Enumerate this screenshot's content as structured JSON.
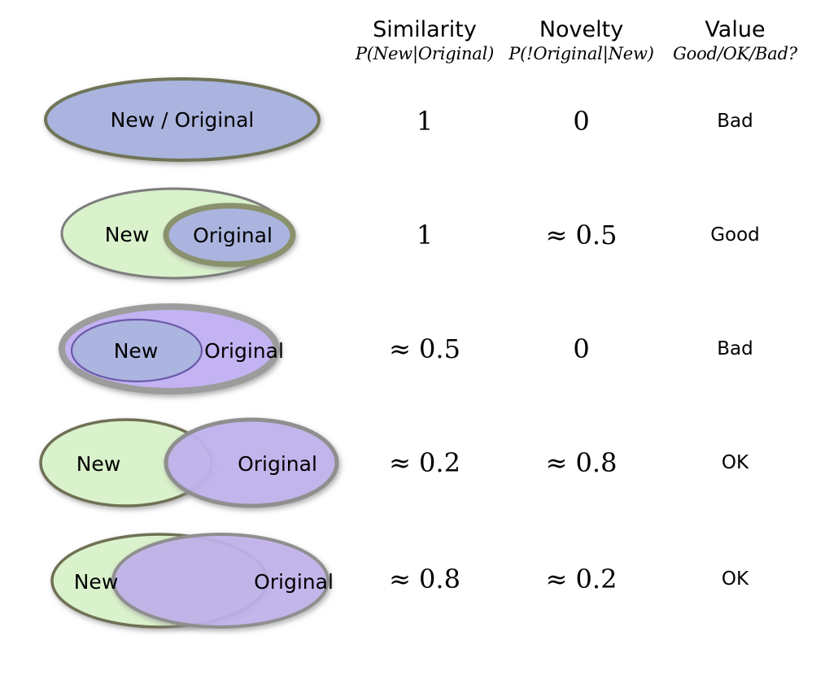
{
  "table": {
    "headers": [
      {
        "title": "",
        "subtitle": "",
        "name": "diagram"
      },
      {
        "title": "Similarity",
        "subtitle": "P(New|Original)",
        "name": "similarity"
      },
      {
        "title": "Novelty",
        "subtitle": "P(!Original|New)",
        "name": "novelty"
      },
      {
        "title": "Value",
        "subtitle": "Good/OK/Bad?",
        "name": "value"
      }
    ],
    "rows": [
      {
        "diagram_description": "single ellipse containing both New and Original",
        "labels": {
          "combined": "New / Original"
        },
        "similarity": "1",
        "novelty": "0",
        "value": "Bad"
      },
      {
        "diagram_description": "large New ellipse fully containing smaller Original ellipse",
        "labels": {
          "new": "New",
          "original": "Original"
        },
        "similarity": "1",
        "novelty": "≈ 0.5",
        "value": "Good"
      },
      {
        "diagram_description": "large Original ellipse fully containing smaller New ellipse",
        "labels": {
          "new": "New",
          "original": "Original"
        },
        "similarity": "≈ 0.5",
        "novelty": "0",
        "value": "Bad"
      },
      {
        "diagram_description": "New and Original ellipses with small overlap",
        "labels": {
          "new": "New",
          "original": "Original"
        },
        "similarity": "≈ 0.2",
        "novelty": "≈ 0.8",
        "value": "OK"
      },
      {
        "diagram_description": "New and Original ellipses with large overlap",
        "labels": {
          "new": "New",
          "original": "Original"
        },
        "similarity": "≈ 0.8",
        "novelty": "≈ 0.2",
        "value": "OK"
      }
    ]
  },
  "colors": {
    "blue_fill": "#aab4de",
    "green_fill": "#d9f2cb",
    "purple_fill": "#c3b3f2",
    "olive_stroke": "#6f7558",
    "gray_stroke": "#7d7d7d",
    "purple_stroke": "#6b5aa8",
    "rule": "#2b2b2b",
    "text": "#000000"
  }
}
